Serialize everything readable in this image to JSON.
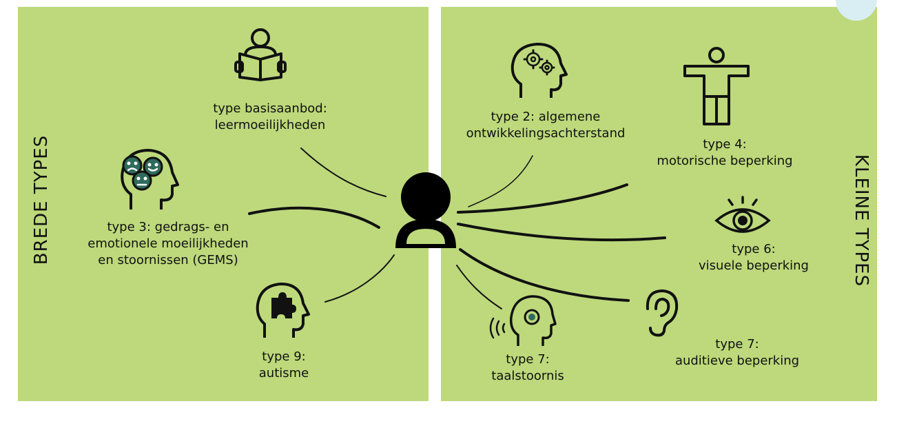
{
  "left_panel": {
    "title": "BREDE TYPES"
  },
  "right_panel": {
    "title": "KLEINE TYPES"
  },
  "center": {
    "icon": "person-icon"
  },
  "items": [
    {
      "id": "basisaanbod",
      "line1": "type basisaanbod:",
      "line2": "leermoeilijkheden",
      "icon": "reading-person-icon"
    },
    {
      "id": "type3",
      "line1": "type 3: gedrags- en",
      "line2": "emotionele moeilijkheden",
      "line3": "en stoornissen (GEMS)",
      "icon": "emotions-head-icon"
    },
    {
      "id": "type9",
      "line1": "type 9:",
      "line2": "autisme",
      "icon": "puzzle-head-icon"
    },
    {
      "id": "type2",
      "line1": "type 2: algemene",
      "line2": "ontwikkelingsachterstand",
      "icon": "gears-head-icon"
    },
    {
      "id": "type4",
      "line1": "type 4:",
      "line2": "motorische beperking",
      "icon": "body-icon"
    },
    {
      "id": "type6",
      "line1": "type 6:",
      "line2": "visuele beperking",
      "icon": "eye-icon"
    },
    {
      "id": "type7a",
      "line1": "type 7:",
      "line2": "auditieve beperking",
      "icon": "ear-icon"
    },
    {
      "id": "type7b",
      "line1": "type 7:",
      "line2": "taalstoornis",
      "icon": "speech-head-icon"
    }
  ]
}
